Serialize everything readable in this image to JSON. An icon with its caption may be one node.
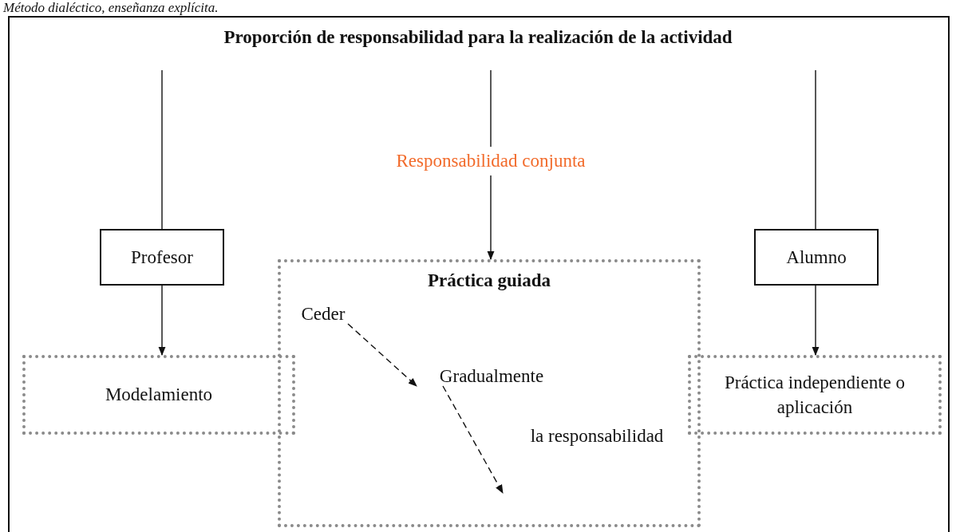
{
  "diagram": {
    "title": "Proporción de responsabilidad para la realización de la actividad",
    "caption": "Método dialéctico, enseñanza explícita.",
    "nodes": [
      {
        "text": [
          "Responsabilidad conjunta"
        ]
      },
      {
        "text": [
          "Profesor"
        ]
      },
      {
        "text": [
          "Alumno"
        ]
      },
      {
        "text": [
          "Práctica guiada"
        ]
      },
      {
        "text": [
          "Modelamiento"
        ]
      },
      {
        "text": [
          "Práctica independiente o aplicación"
        ]
      },
      {
        "text": [
          "Ceder"
        ],
        "in": 3
      },
      {
        "text": [
          "Gradualmente"
        ],
        "in": 3
      },
      {
        "text": [
          "la responsabilidad"
        ],
        "in": 3
      }
    ],
    "edges": [
      {
        "from": null,
        "to": 1,
        "arrow": "none"
      },
      {
        "from": null,
        "to": 0,
        "arrow": "none"
      },
      {
        "from": null,
        "to": 2,
        "arrow": "none"
      },
      {
        "from": 0,
        "to": 3,
        "arrow": "to"
      },
      {
        "from": 1,
        "to": 4,
        "arrow": "to"
      },
      {
        "from": 2,
        "to": 5,
        "arrow": "to"
      },
      {
        "from": 6,
        "to": 7,
        "arrow": "to",
        "style": "dashed"
      },
      {
        "from": 7,
        "to": null,
        "arrow": "to",
        "style": "dashed"
      }
    ]
  }
}
